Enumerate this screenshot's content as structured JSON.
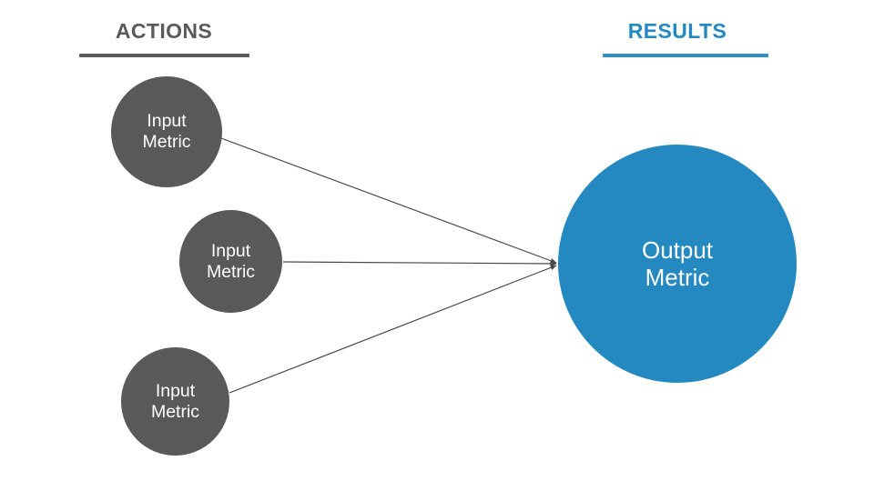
{
  "diagram": {
    "title_visible": false,
    "background_color": "#ffffff",
    "columns": [
      {
        "key": "actions",
        "label": "ACTIONS",
        "color": "#5a5a5a",
        "rule_color": "#5a5a5a"
      },
      {
        "key": "results",
        "label": "RESULTS",
        "color": "#2489c0",
        "rule_color": "#2f8fc4"
      }
    ],
    "nodes": {
      "inputs": [
        {
          "id": "input-1",
          "line1": "Input",
          "line2": "Metric",
          "color": "#595959",
          "text_color": "#ffffff"
        },
        {
          "id": "input-2",
          "line1": "Input",
          "line2": "Metric",
          "color": "#595959",
          "text_color": "#ffffff"
        },
        {
          "id": "input-3",
          "line1": "Input",
          "line2": "Metric",
          "color": "#595959",
          "text_color": "#ffffff"
        }
      ],
      "output": {
        "id": "output-1",
        "line1": "Output",
        "line2": "Metric",
        "color": "#2489c0",
        "text_color": "#ffffff"
      }
    },
    "connectors": {
      "stroke_color": "#4a4a4a",
      "stroke_width": 1.2,
      "arrowhead": "triangle",
      "count": 3
    }
  }
}
